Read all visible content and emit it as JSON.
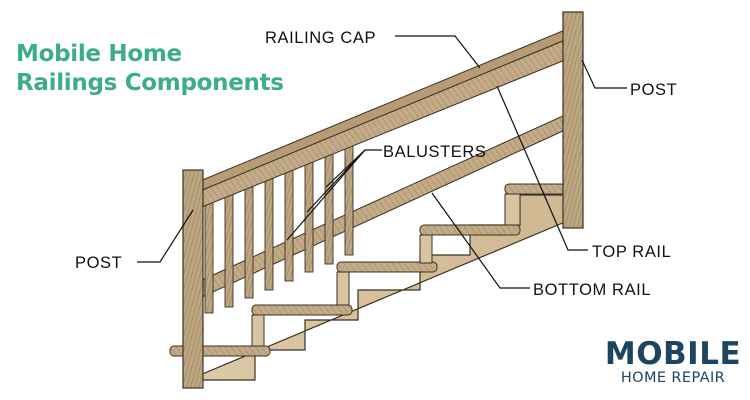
{
  "title": {
    "line1": "Mobile Home",
    "line2": "Railings Components"
  },
  "labels": {
    "railing_cap": "RAILING CAP",
    "post_right": "POST",
    "balusters": "BALUSTERS",
    "post_left": "POST",
    "top_rail": "TOP RAIL",
    "bottom_rail": "BOTTOM RAIL"
  },
  "logo": {
    "line1": "MOBILE",
    "line2": "HOME REPAIR"
  },
  "colors": {
    "title": "#3dae83",
    "wood": "#c6b08f",
    "wood_dark": "#9a8364",
    "outline": "#3a3226",
    "logo": "#1d4560"
  }
}
